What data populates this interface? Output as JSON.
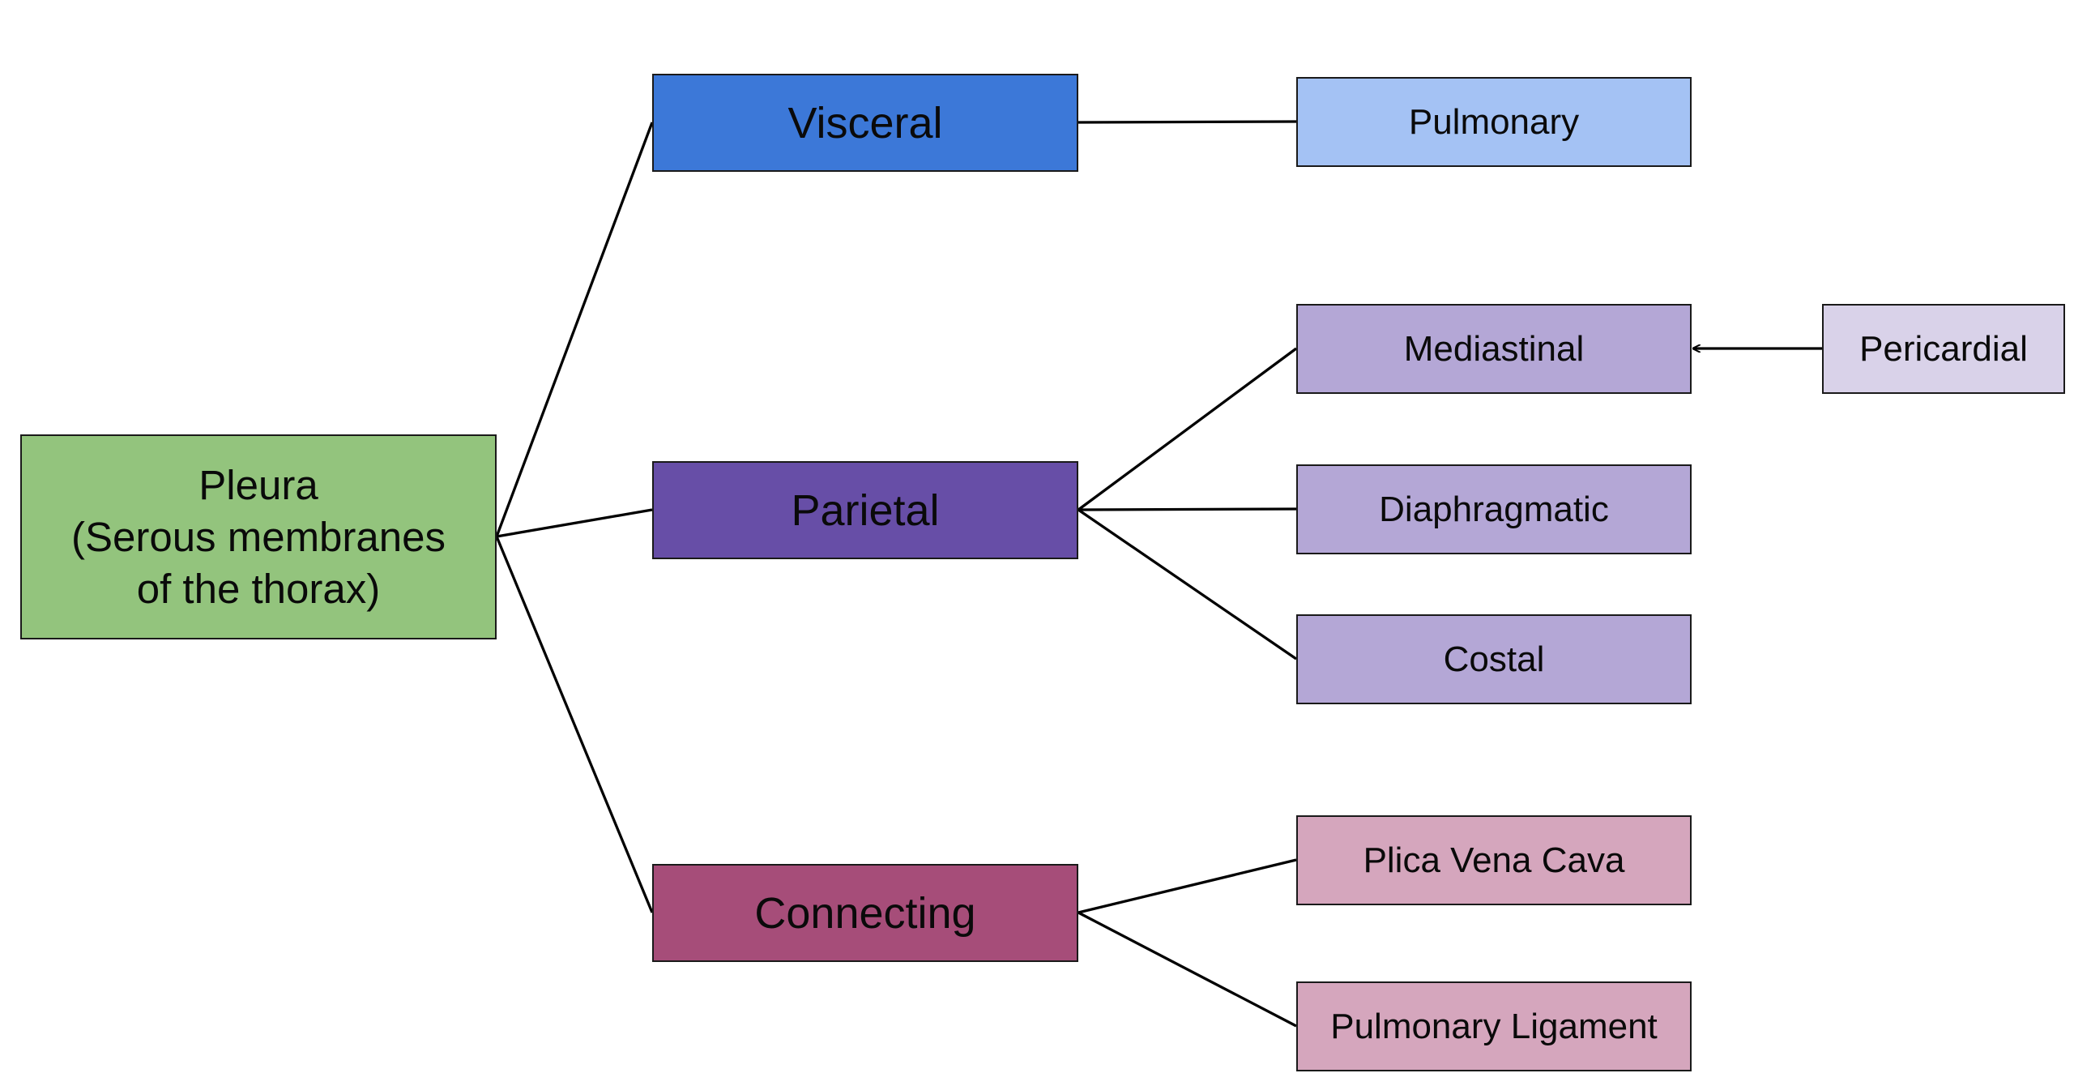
{
  "root": {
    "lines": [
      "Pleura",
      "(Serous membranes",
      "of the thorax)"
    ],
    "color": "#93c47d"
  },
  "branches": {
    "visceral": {
      "label": "Visceral",
      "color": "#3c78d8"
    },
    "parietal": {
      "label": "Parietal",
      "color": "#674ea7"
    },
    "connecting": {
      "label": "Connecting",
      "color": "#a64d79"
    }
  },
  "leaves": {
    "pulmonary": {
      "label": "Pulmonary",
      "color": "#a4c2f4"
    },
    "mediastinal": {
      "label": "Mediastinal",
      "color": "#b4a7d6"
    },
    "diaphragmatic": {
      "label": "Diaphragmatic",
      "color": "#b4a7d6"
    },
    "costal": {
      "label": "Costal",
      "color": "#b4a7d6"
    },
    "plica_vena_cava": {
      "label": "Plica Vena Cava",
      "color": "#d5a6bd"
    },
    "pulmonary_ligament": {
      "label": "Pulmonary Ligament",
      "color": "#d5a6bd"
    },
    "pericardial": {
      "label": "Pericardial",
      "color": "#d9d2e9"
    }
  }
}
